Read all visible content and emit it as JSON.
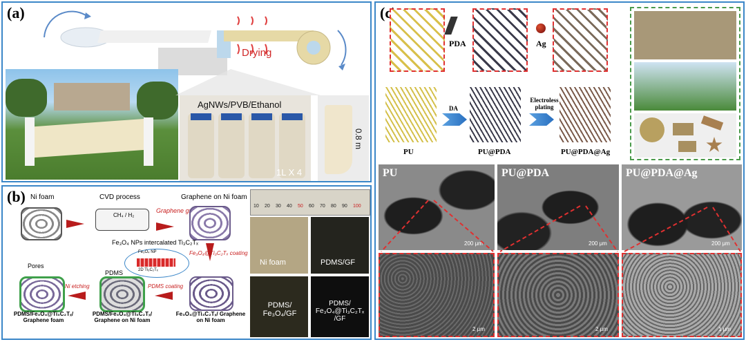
{
  "panel_a": {
    "label": "(a)",
    "drying": "Drying",
    "bottle_label": "AgNWs/PVB/Ethanol",
    "bottle_count": "1L X 4",
    "length": "0.8 m"
  },
  "panel_b": {
    "label": "(b)",
    "ni_foam": "Ni foam",
    "cvd": "CVD process",
    "gas": "CH₄ / H₂",
    "graphene_growth": "Graphene growth",
    "graphene_on_ni": "Graphene on Ni foam",
    "fe3o4_title": "Fe₃O₄ NPs intercalated Ti₃C₂Tₓ",
    "fe3o4_np": "Fe₃O₄ NP",
    "ti3c2": "2D Ti₃C₂Tₓ",
    "coating": "Fe₃O₄@Ti₃C₂Tₓ coating",
    "pores": "Pores",
    "pdms": "PDMS",
    "ni_etching": "Ni etching",
    "pdms_coating": "PDMS coating",
    "final": "PDMS/Fe₃O₄@Ti₃C₂Tₓ/ Graphene foam",
    "mid": "PDMS/Fe₃O₄@Ti₃C₂Tₓ/ Graphene on Ni foam",
    "right": "Fe₃O₄@Ti₃C₂Tₓ/ Graphene on Ni foam",
    "ruler_marks": [
      "10",
      "20",
      "30",
      "40",
      "50",
      "60",
      "70",
      "80",
      "90",
      "100"
    ],
    "samples": [
      "Ni foam",
      "PDMS/GF",
      "PDMS/ Fe₃O₄/GF",
      "PDMS/ Fe₃O₄@Ti₃C₂Tₓ /GF"
    ]
  },
  "panel_c": {
    "label": "(c)",
    "pda": "PDA",
    "ag": "Ag",
    "da": "DA",
    "plating": "Electroless plating",
    "pu": "PU",
    "pu_pda": "PU@PDA",
    "pu_pda_ag": "PU@PDA@Ag",
    "sem_titles": [
      "PU",
      "PU@PDA",
      "PU@PDA@Ag"
    ],
    "scale_200": "200 μm",
    "scale_2": "2 μm",
    "scale_1": "1 μm"
  },
  "colors": {
    "panel_border": "#3a86c8",
    "red": "#c81e1e",
    "dashed": "#e03030",
    "green_dash": "#4a9a4a"
  }
}
